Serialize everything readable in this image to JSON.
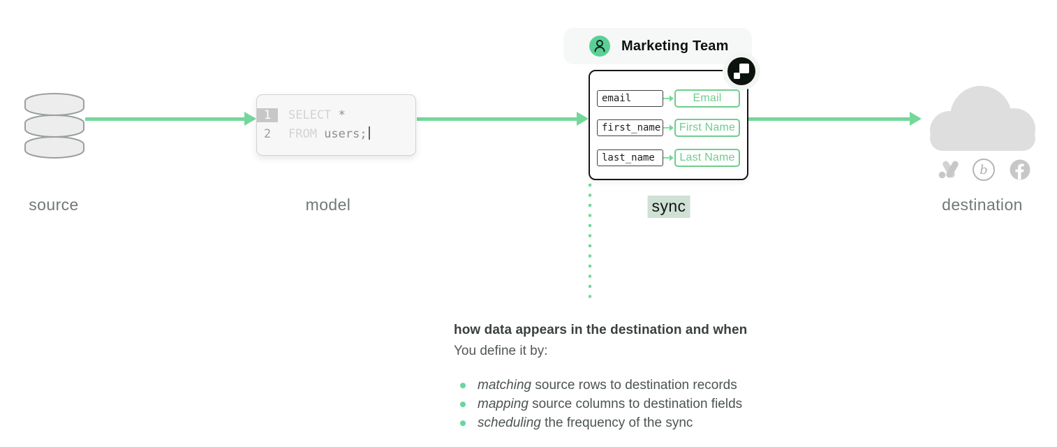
{
  "badge": {
    "label": "Marketing Team",
    "icon": "person"
  },
  "model": {
    "lines": [
      {
        "num": "1",
        "keyword": "SELECT",
        "rest": " *"
      },
      {
        "num": "2",
        "keyword": "FROM",
        "rest": " users;"
      }
    ]
  },
  "sync": {
    "mappings": [
      {
        "source": "email",
        "destination": "Email"
      },
      {
        "source": "first_name",
        "destination": "First Name"
      },
      {
        "source": "last_name",
        "destination": "Last Name"
      }
    ]
  },
  "labels": {
    "source": "source",
    "model": "model",
    "sync": "sync",
    "destination": "destination"
  },
  "destination_icons": [
    "google-ads",
    "braze",
    "facebook"
  ],
  "caption": {
    "heading": "how data appears in the destination and when",
    "intro": "You define it by:",
    "bullets": [
      {
        "term": "matching",
        "rest": " source rows to destination records"
      },
      {
        "term": "mapping",
        "rest": " source columns to destination fields"
      },
      {
        "term": "scheduling",
        "rest": " the frequency of the sync"
      }
    ]
  },
  "colors": {
    "arrow_green": "#75d79a",
    "mapping_green": "#6ecd8d",
    "badge_green": "#5bd096",
    "bullet_green": "#66d79f",
    "sync_highlight": "#cfe1d4",
    "label_gray": "#717975",
    "icon_gray": "#c7c7c7"
  }
}
